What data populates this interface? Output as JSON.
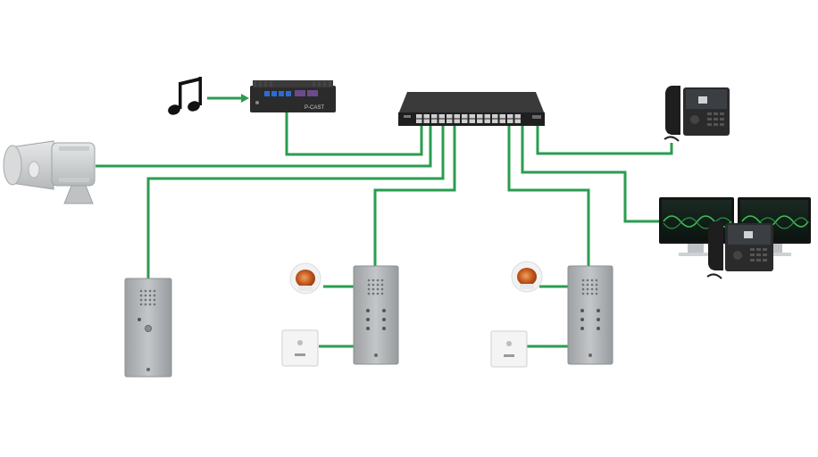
{
  "diagram": {
    "title": "",
    "devices": [
      {
        "id": "music-source",
        "kind": "music-note-icon"
      },
      {
        "id": "audio-gateway",
        "kind": "audio-gateway-box",
        "label": "P-CAST"
      },
      {
        "id": "network-switch",
        "kind": "poe-switch"
      },
      {
        "id": "horn-speaker",
        "kind": "horn-speaker-icon"
      },
      {
        "id": "ip-phone",
        "kind": "desk-phone-icon"
      },
      {
        "id": "operator-console",
        "kind": "dual-monitor-phone-icon"
      },
      {
        "id": "intercom-1",
        "kind": "intercom-panel-single"
      },
      {
        "id": "intercom-2",
        "kind": "intercom-panel-multi"
      },
      {
        "id": "intercom-3",
        "kind": "intercom-panel-multi"
      },
      {
        "id": "flash-light-1",
        "kind": "beacon-light-icon"
      },
      {
        "id": "flash-light-2",
        "kind": "beacon-light-icon"
      },
      {
        "id": "call-button-1",
        "kind": "wall-button-icon"
      },
      {
        "id": "call-button-2",
        "kind": "wall-button-icon"
      }
    ],
    "connections": [
      {
        "from": "music-source",
        "to": "audio-gateway",
        "type": "arrow"
      },
      {
        "from": "audio-gateway",
        "to": "network-switch"
      },
      {
        "from": "horn-speaker",
        "to": "network-switch"
      },
      {
        "from": "intercom-1",
        "to": "network-switch"
      },
      {
        "from": "intercom-2",
        "to": "network-switch"
      },
      {
        "from": "intercom-3",
        "to": "network-switch"
      },
      {
        "from": "ip-phone",
        "to": "network-switch"
      },
      {
        "from": "operator-console",
        "to": "network-switch"
      },
      {
        "from": "flash-light-1",
        "to": "intercom-2"
      },
      {
        "from": "call-button-1",
        "to": "intercom-2"
      },
      {
        "from": "flash-light-2",
        "to": "intercom-3"
      },
      {
        "from": "call-button-2",
        "to": "intercom-3"
      }
    ],
    "colors": {
      "link": "#2a9d4f",
      "device_dark": "#2b2b2b",
      "panel_steel": "#a9acae",
      "screen_green": "#3fbf5a"
    }
  }
}
